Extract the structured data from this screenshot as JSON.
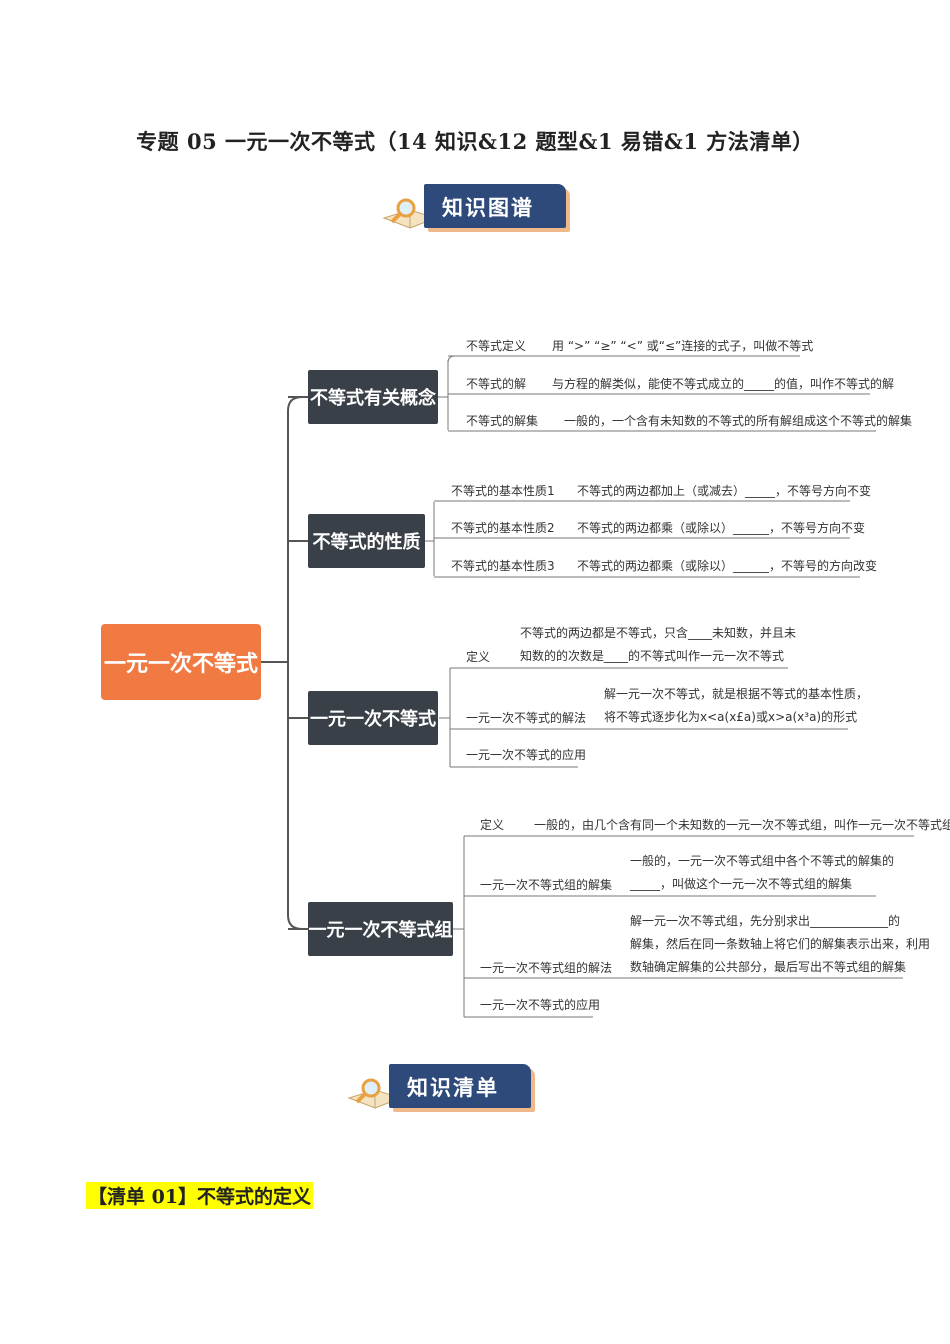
{
  "header": {
    "title": "专题 05  一元一次不等式（14 知识&12 题型&1 易错&1 方法清单）"
  },
  "banners": {
    "map": "知识图谱",
    "list": "知识清单"
  },
  "mindmap": {
    "root": "一元一次不等式",
    "branch1": {
      "title": "不等式有关概念",
      "r1_label": "不等式定义",
      "r1_text": "用 “>”  “≥”  “<” 或“≤”连接的式子，叫做不等式",
      "r2_label": "不等式的解",
      "r2_text": "与方程的解类似，能使不等式成立的_____的值，叫作不等式的解",
      "r3_label": "不等式的解集",
      "r3_text": "一般的，一个含有未知数的不等式的所有解组成这个不等式的解集"
    },
    "branch2": {
      "title": "不等式的性质",
      "r1_label": "不等式的基本性质1",
      "r1_text": "不等式的两边都加上（或减去）_____，不等号方向不变",
      "r2_label": "不等式的基本性质2",
      "r2_text": "不等式的两边都乘（或除以）______，不等号方向不变",
      "r3_label": "不等式的基本性质3",
      "r3_text": "不等式的两边都乘（或除以）______，不等号的方向改变"
    },
    "branch3": {
      "title": "一元一次不等式",
      "r1_label": "定义",
      "r1_line1": "不等式的两边都是不等式，只含____未知数，并且未",
      "r1_line2": "知数的的次数是____的不等式叫作一元一次不等式",
      "r2_label": "一元一次不等式的解法",
      "r2_line1": "解一元一次不等式，就是根据不等式的基本性质，",
      "r2_line2": "将不等式逐步化为x<a(x£a)或x>a(x³a)的形式",
      "r3_label": "一元一次不等式的应用"
    },
    "branch4": {
      "title": "一元一次不等式组",
      "r1_label": "定义",
      "r1_text": "一般的，由几个含有同一个未知数的一元一次不等式组，叫作一元一次不等式组",
      "r2_label": "一元一次不等式组的解集",
      "r2_line1": "一般的，一元一次不等式组中各个不等式的解集的",
      "r2_line2": "_____，叫做这个一元一次不等式组的解集",
      "r3_label": "一元一次不等式组的解法",
      "r3_line1": "解一元一次不等式组，先分别求出_____________的",
      "r3_line2": "解集，然后在同一条数轴上将它们的解集表示出来，利用",
      "r3_line3": "数轴确定解集的公共部分，最后写出不等式组的解集",
      "r4_label": "一元一次不等式的应用"
    }
  },
  "section": {
    "heading": "【清单 01】不等式的定义"
  }
}
